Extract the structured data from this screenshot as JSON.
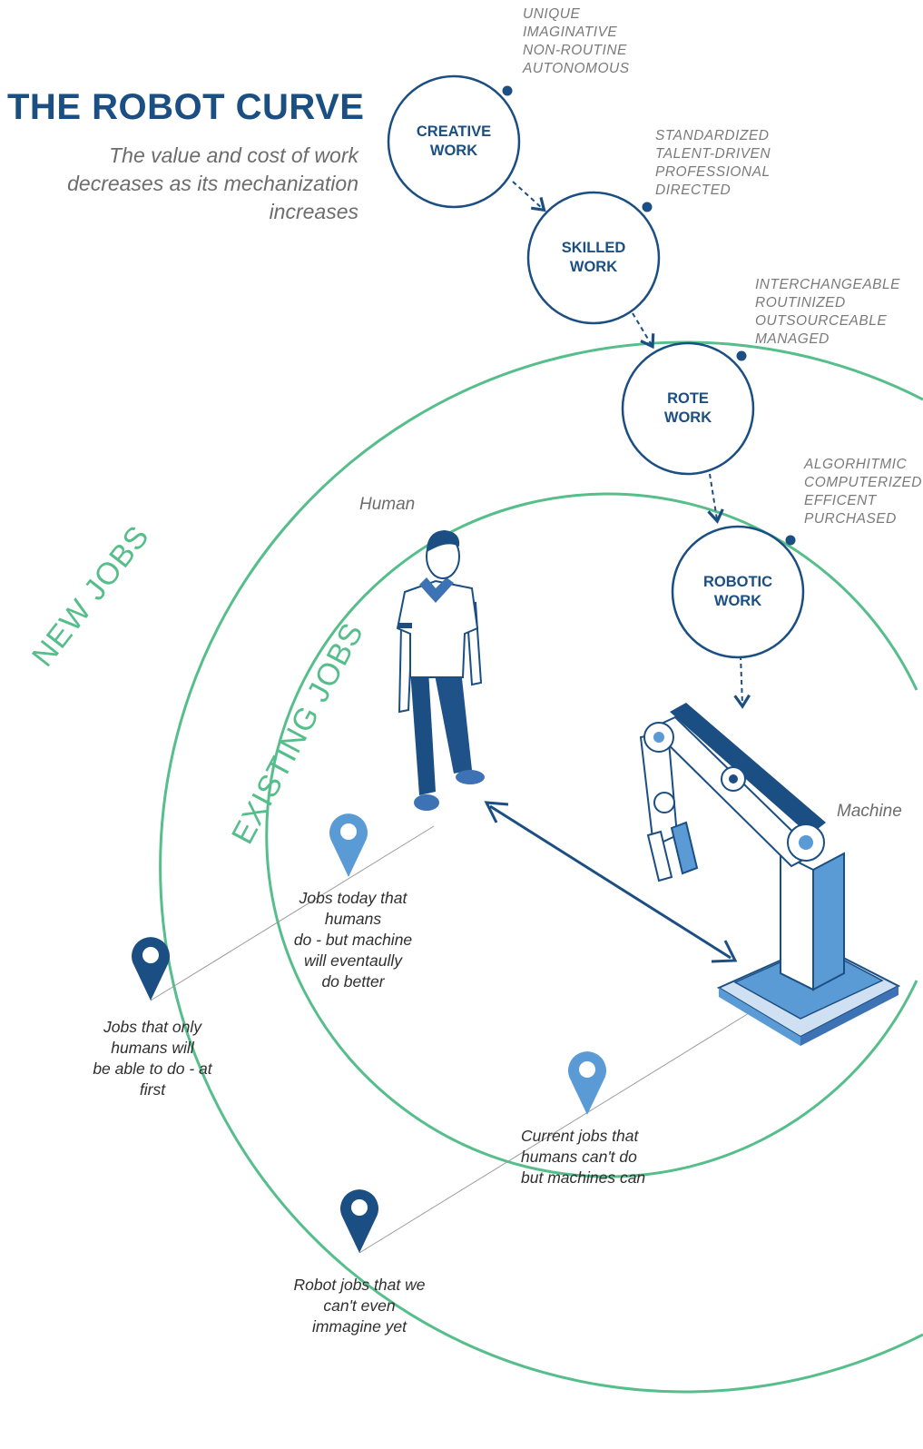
{
  "title": "THE ROBOT CURVE",
  "subtitle": "The value and cost of work decreases as its mechanization increases",
  "stages": [
    {
      "label_line1": "CREATIVE",
      "label_line2": "WORK",
      "attributes": [
        "UNIQUE",
        "IMAGINATIVE",
        "NON-ROUTINE",
        "AUTONOMOUS"
      ]
    },
    {
      "label_line1": "SKILLED",
      "label_line2": "WORK",
      "attributes": [
        "STANDARDIZED",
        "TALENT-DRIVEN",
        "PROFESSIONAL",
        "DIRECTED"
      ]
    },
    {
      "label_line1": "ROTE",
      "label_line2": "WORK",
      "attributes": [
        "INTERCHANGEABLE",
        "ROUTINIZED",
        "OUTSOURCEABLE",
        "MANAGED"
      ]
    },
    {
      "label_line1": "ROBOTIC",
      "label_line2": "WORK",
      "attributes": [
        "ALGORHITMIC",
        "COMPUTERIZED",
        "EFFICENT",
        "PURCHASED"
      ]
    }
  ],
  "rings": {
    "new_jobs": "NEW JOBS",
    "existing_jobs": "EXISTING JOBS"
  },
  "figures": {
    "human": "Human",
    "machine": "Machine"
  },
  "notes": {
    "only_humans": [
      "Jobs that only",
      "humans will",
      "be able to do - at",
      "first"
    ],
    "today_humans": [
      "Jobs today that",
      "humans",
      "do - but machine",
      "will eventaully",
      "do better"
    ],
    "machines_can": [
      "Current jobs that",
      "humans can't do",
      "but machines can"
    ],
    "robot_jobs": [
      "Robot jobs that we",
      "can't even",
      "immagine yet"
    ]
  },
  "colors": {
    "navy": "#1b4e82",
    "blue": "#3d72b4",
    "light_blue": "#5b9bd5",
    "green": "#56be8b",
    "gray_text": "#7a7a7a"
  }
}
